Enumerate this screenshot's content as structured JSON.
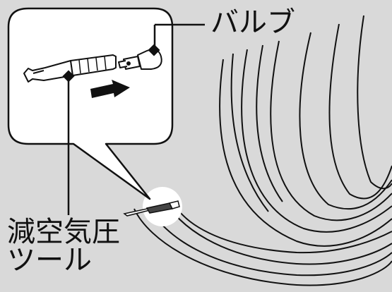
{
  "labels": {
    "valve": "バルブ",
    "tool_line1": "減空気圧",
    "tool_line2": "ツール"
  },
  "colors": {
    "background": "#d9d9d9",
    "callout_fill": "#ffffff",
    "stroke": "#111111"
  }
}
